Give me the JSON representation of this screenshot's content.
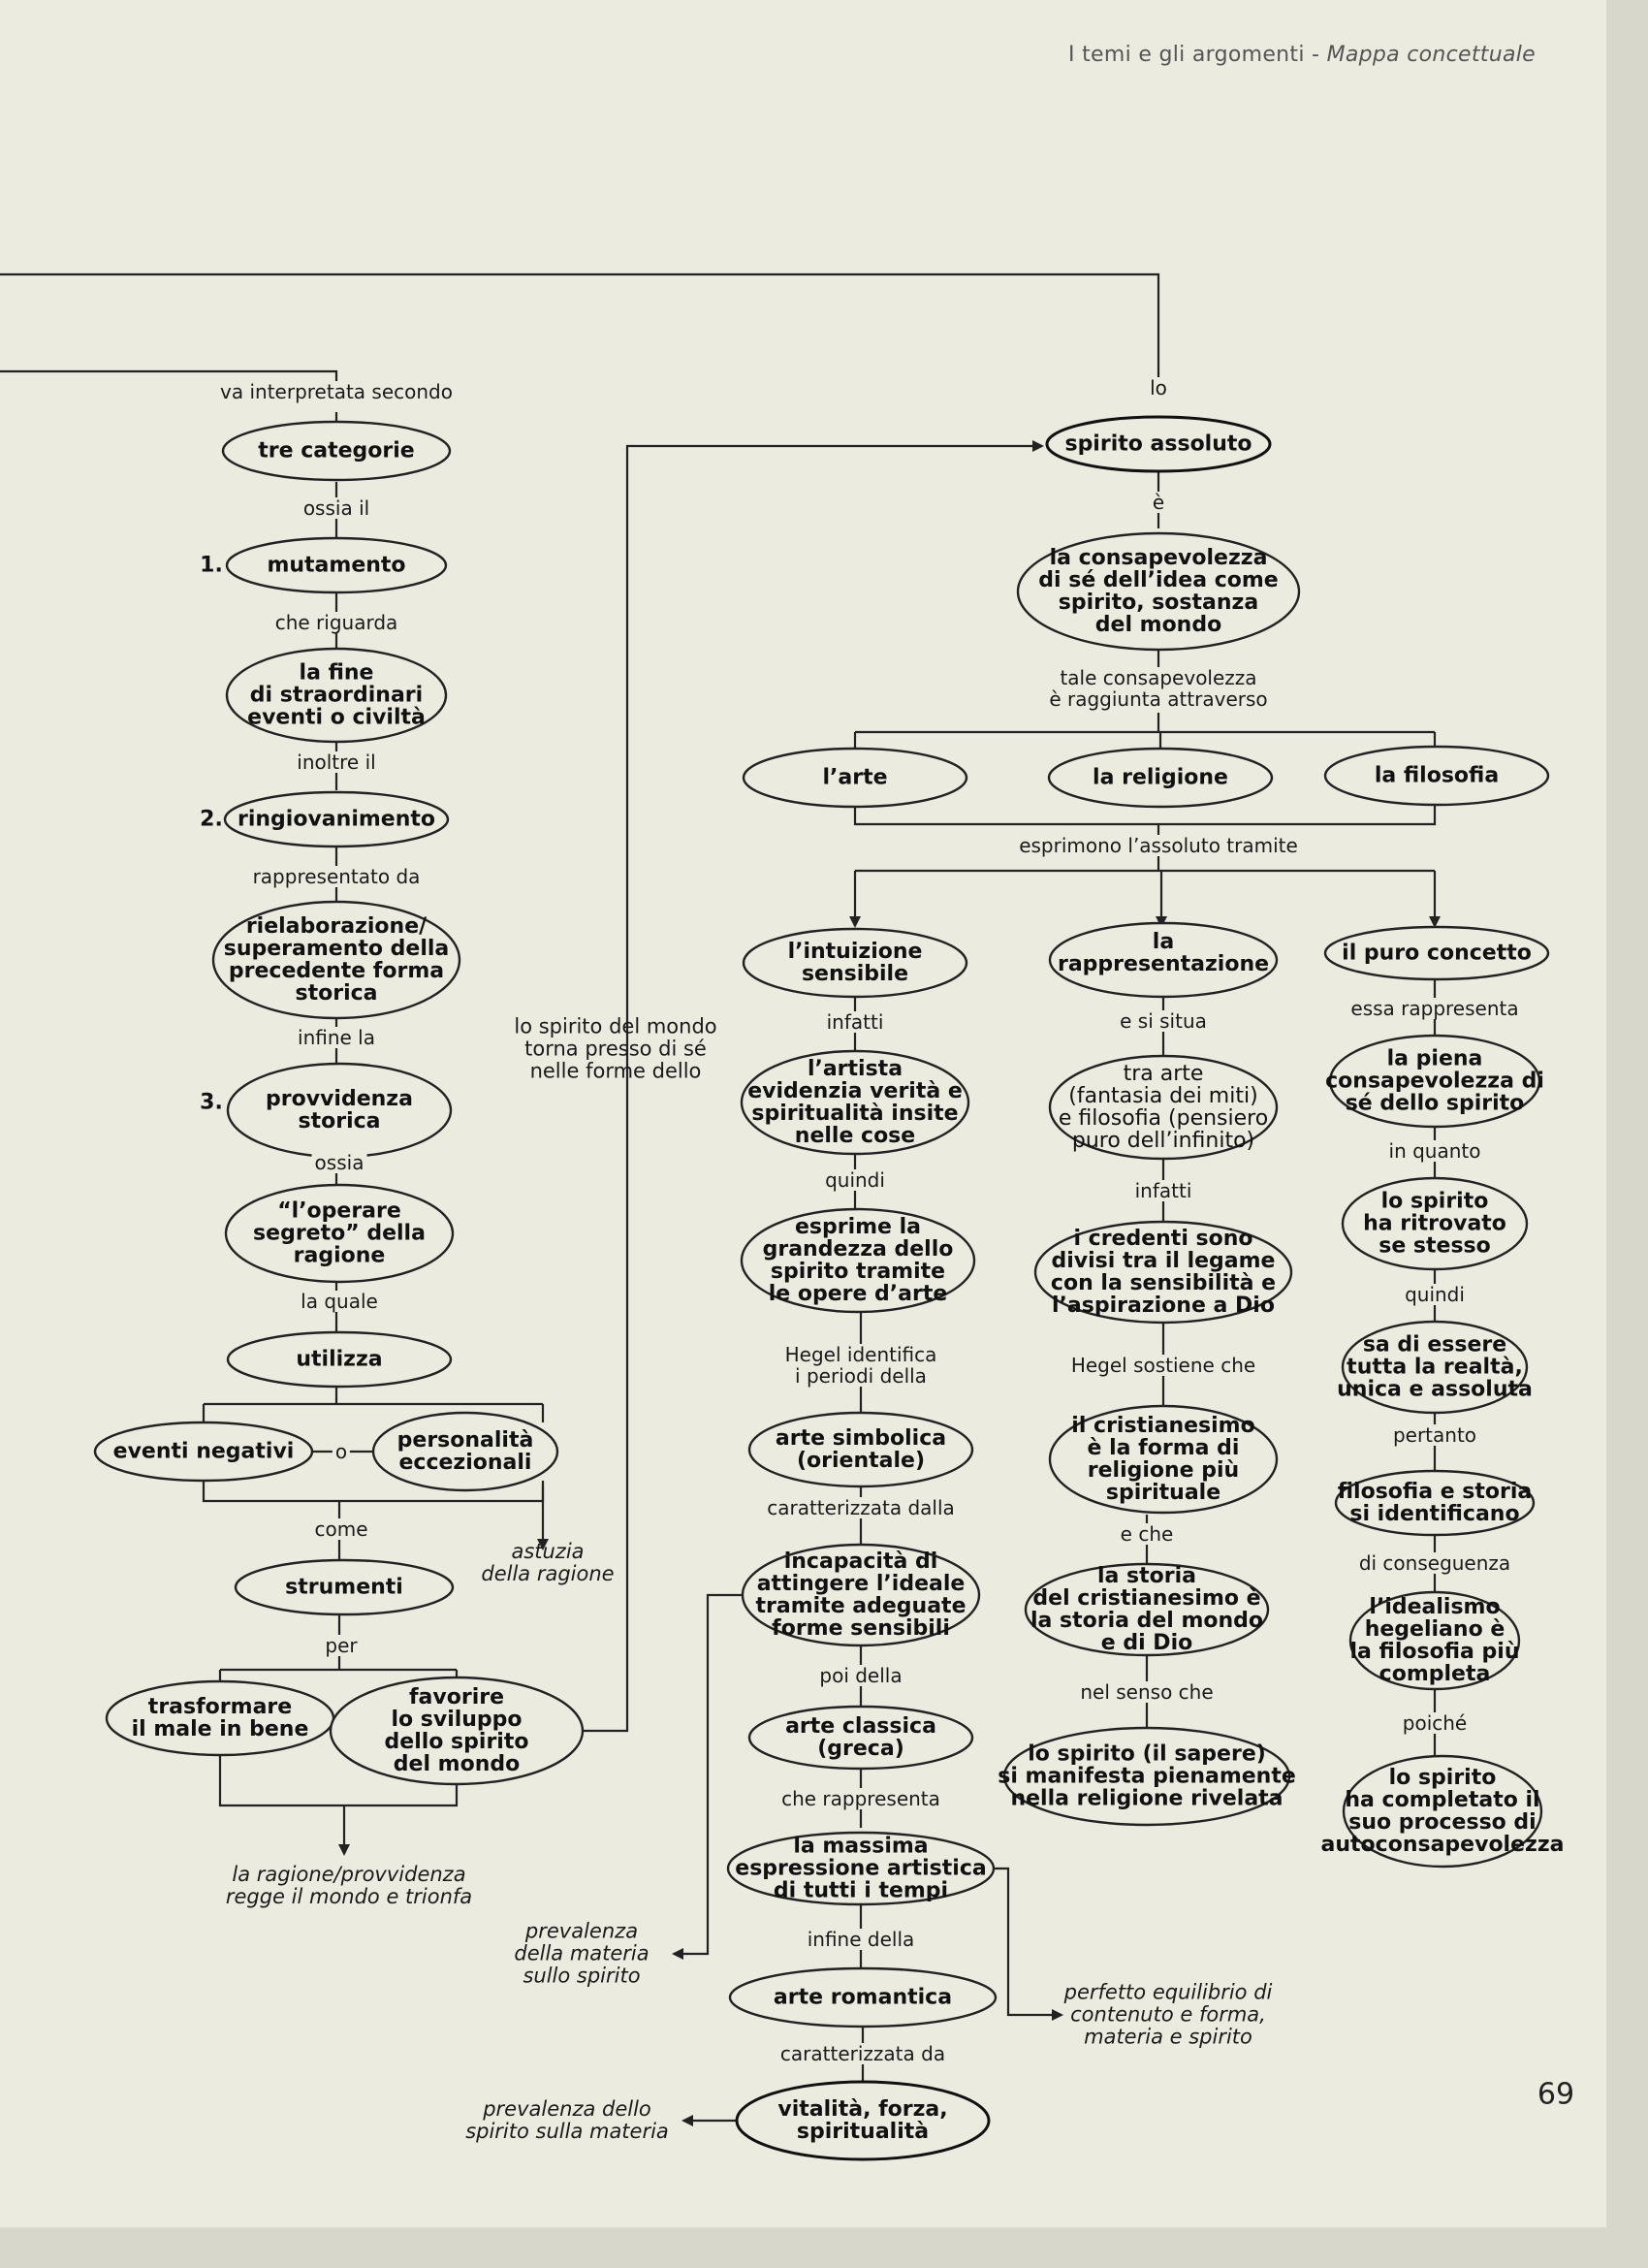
{
  "header": {
    "section": "I temi e gli argomenti",
    "separator": " - ",
    "subtitle": "Mappa concettuale"
  },
  "page_number": "69",
  "left_column": {
    "link_interpretata": "va interpretata secondo",
    "node_categorie": "tre categorie",
    "link_ossia_il": "ossia il",
    "num_1": "1.",
    "node_mutamento": "mutamento",
    "link_riguarda": "che riguarda",
    "node_fine": "la fine\ndi straordinari\neventi o civiltà",
    "link_inoltre": "inoltre il",
    "num_2": "2.",
    "node_ringiovanimento": "ringiovanimento",
    "link_rappresentato": "rappresentato da",
    "node_rielaborazione": "rielaborazione/\nsuperamento della\nprecedente forma\nstorica",
    "link_infine": "infine la",
    "num_3": "3.",
    "node_provvidenza": "provvidenza\nstorica",
    "link_ossia": "ossia",
    "node_operare": "“l’operare\nsegreto” della\nragione",
    "link_la_quale": "la quale",
    "node_utilizza": "utilizza",
    "node_eventi": "eventi negativi",
    "link_o": "o",
    "node_personalita": "personalità\neccezionali",
    "note_astuzia": "astuzia\ndella ragione",
    "link_come": "come",
    "node_strumenti": "strumenti",
    "link_per": "per",
    "node_trasformare": "trasformare\nil male in bene",
    "node_favorire": "favorire\nlo sviluppo\ndello spirito\ndel mondo",
    "note_ragione": "la ragione/provvidenza\nregge il mondo e trionfa",
    "link_spirito_mondo": "lo spirito del mondo\ntorna presso di sé\nnelle forme dello"
  },
  "top": {
    "link_lo": "lo",
    "node_spirito_assoluto": "spirito assoluto",
    "link_e": "è",
    "node_consapevolezza": "la consapevolezza\ndi sé dell’idea come\nspirito, sostanza\ndel mondo",
    "link_raggiunta": "tale consapevolezza\nè raggiunta attraverso",
    "node_arte": "l’arte",
    "node_religione": "la religione",
    "node_filosofia": "la filosofia",
    "link_esprimono": "esprimono l’assoluto tramite"
  },
  "arte_column": {
    "node_intuizione": "l’intuizione\nsensibile",
    "link_infatti": "infatti",
    "node_artista": "l’artista\nevidenzia verità e\nspiritualità insite\nnelle cose",
    "link_quindi": "quindi",
    "node_esprime": "esprime la\ngrandezza dello\nspirito tramite\nle opere d’arte",
    "link_hegel": "Hegel identifica\ni periodi della",
    "node_simbolica": "arte simbolica\n(orientale)",
    "link_caratterizzata_dalla": "caratterizzata dalla",
    "node_incapacita": "incapacità di\nattingere l’ideale\ntramite adeguate\nforme sensibili",
    "note_prevalenza_materia": "prevalenza\ndella materia\nsullo spirito",
    "link_poi": "poi della",
    "node_classica": "arte classica\n(greca)",
    "link_rappresenta": "che rappresenta",
    "node_massima": "la massima\nespressione artistica\ndi tutti i tempi",
    "note_equilibrio": "perfetto equilibrio di\ncontenuto e forma,\nmateria e spirito",
    "link_infine_della": "infine della",
    "node_romantica": "arte romantica",
    "link_caratterizzata_da": "caratterizzata da",
    "node_vitalita": "vitalità, forza,\nspiritualità",
    "note_prevalenza_spirito": "prevalenza dello\nspirito sulla materia"
  },
  "religione_column": {
    "node_rappresentazione": "la\nrappresentazione",
    "link_situa": "e si situa",
    "node_tra_arte": "tra arte\n(fantasia dei miti)\ne filosofia (pensiero\npuro dell’infinito)",
    "link_infatti": "infatti",
    "node_credenti": "i credenti sono\ndivisi tra il legame\ncon la sensibilità e\nl’aspirazione a Dio",
    "link_sostiene": "Hegel sostiene che",
    "node_cristianesimo": "il cristianesimo\nè la forma di\nreligione più\nspirituale",
    "link_e_che": "e che",
    "node_storia": "la storia\ndel cristianesimo è\nla storia del mondo\ne di Dio",
    "link_senso": "nel senso che",
    "node_sapere": "lo spirito (il sapere)\nsi manifesta pienamente\nnella religione rivelata"
  },
  "filosofia_column": {
    "node_puro": "il puro concetto",
    "link_rappresenta": "essa rappresenta",
    "node_piena": "la piena\nconsapevolezza di\nsé dello spirito",
    "link_in_quanto": "in quanto",
    "node_ritrovato": "lo spirito\nha ritrovato\nse stesso",
    "link_quindi": "quindi",
    "node_sa": "sa di essere\ntutta la realtà,\nunica e assoluta",
    "link_pertanto": "pertanto",
    "node_storia": "filosofia e storia\nsi identificano",
    "link_conseguenza": "di conseguenza",
    "node_idealismo": "l’idealismo\nhegeliano è\nla filosofia più\ncompleta",
    "link_poiche": "poiché",
    "node_completato": "lo spirito\nha completato il\nsuo processo di\nautoconsapevolezza"
  }
}
